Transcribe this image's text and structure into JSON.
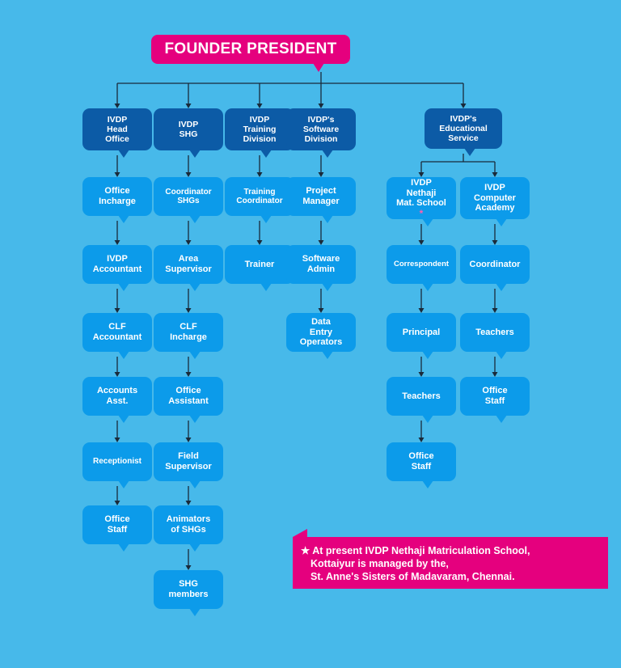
{
  "founder": "FOUNDER PRESIDENT",
  "divisions": [
    {
      "label": "IVDP\nHead\nOffice",
      "roles": [
        "Office\nIncharge",
        "IVDP\nAccountant",
        "CLF\nAccountant",
        "Accounts\nAsst.",
        "Receptionist",
        "Office\nStaff"
      ]
    },
    {
      "label": "IVDP\nSHG",
      "roles": [
        "Coordinator\nSHGs",
        "Area\nSupervisor",
        "CLF\nIncharge",
        "Office\nAssistant",
        "Field\nSupervisor",
        "Animators\nof SHGs",
        "SHG\nmembers"
      ]
    },
    {
      "label": "IVDP\nTraining\nDivision",
      "roles": [
        "Training\nCoordinator",
        "Trainer"
      ]
    },
    {
      "label": "IVDP's\nSoftware\nDivision",
      "roles": [
        "Project\nManager",
        "Software\nAdmin",
        "Data\nEntry\nOperators"
      ]
    },
    {
      "label": "IVDP's\nEducational\nService",
      "units": [
        {
          "label": "IVDP\nNethaji\nMat. School",
          "starred": true,
          "roles": [
            "Correspondent",
            "Principal",
            "Teachers",
            "Office\nStaff"
          ]
        },
        {
          "label": "IVDP\nComputer\nAcademy",
          "roles": [
            "Coordinator",
            "Teachers",
            "Office\nStaff"
          ]
        }
      ]
    }
  ],
  "footnote": {
    "star": "★",
    "lines": [
      "At present IVDP Nethaji Matriculation School,",
      "Kottaiyur is managed by the,",
      "St. Anne's Sisters of Madavaram, Chennai."
    ]
  },
  "colors": {
    "background": "#47b9ea",
    "magenta": "#e5007e",
    "dark_box": "#0c5ba6",
    "light_box": "#0c9bea",
    "connector": "#1a2a3a",
    "star": "#ff5fb0"
  }
}
